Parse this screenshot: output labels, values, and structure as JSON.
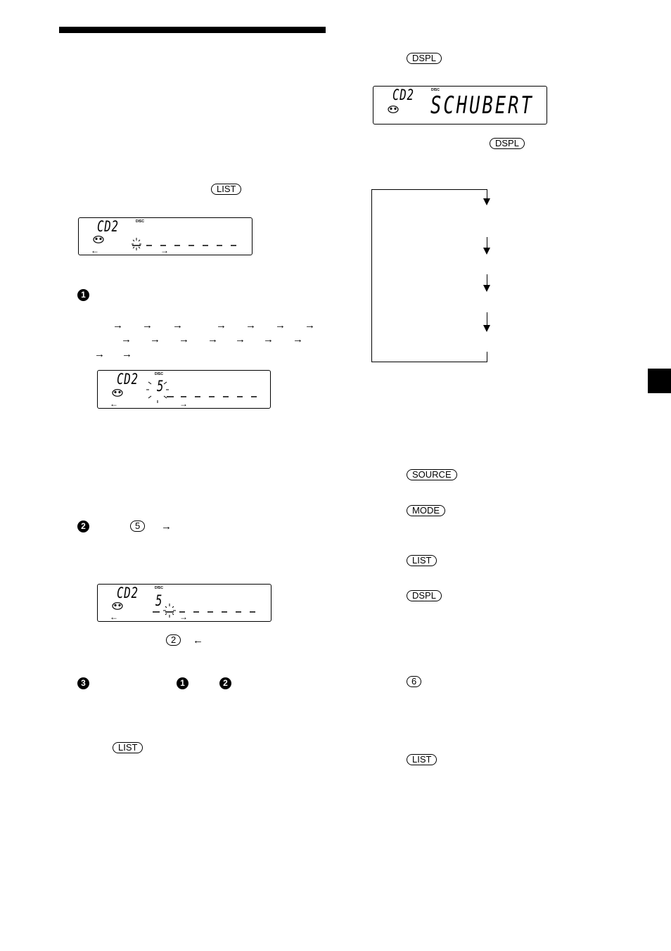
{
  "buttons": {
    "dspl": "DSPL",
    "list": "LIST",
    "source": "SOURCE",
    "mode": "MODE",
    "num5": "5",
    "num2": "2",
    "num6": "6"
  },
  "steps": {
    "one": "1",
    "two": "2",
    "three": "3"
  },
  "lcd": {
    "cd_label": "CD2",
    "disc_label": "DISC",
    "name_value": "SCHUBERT",
    "entry_char": "5",
    "cursor_left": "←",
    "cursor_right": "→"
  },
  "glyphs": {
    "arrow_right": "→",
    "arrow_left": "←"
  },
  "icons": {
    "disc": "disc-icon",
    "flow_down": "arrow-down-icon"
  }
}
